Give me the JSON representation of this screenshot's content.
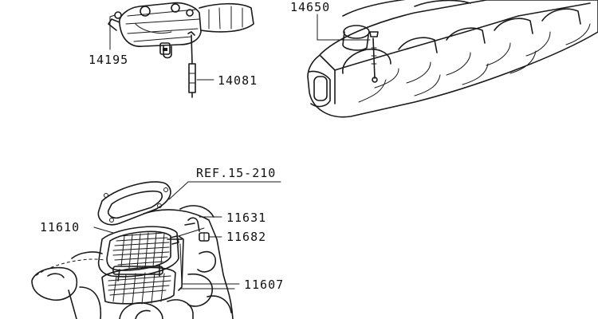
{
  "labels": {
    "p14195": "14195",
    "p14081": "14081",
    "p14650": "14650",
    "ref": "REF.15-210",
    "p11631": "11631",
    "p11610": "11610",
    "p11682": "11682",
    "p11607": "11607"
  },
  "colors": {
    "ink": "#1a1a1a",
    "paper": "#ffffff"
  }
}
